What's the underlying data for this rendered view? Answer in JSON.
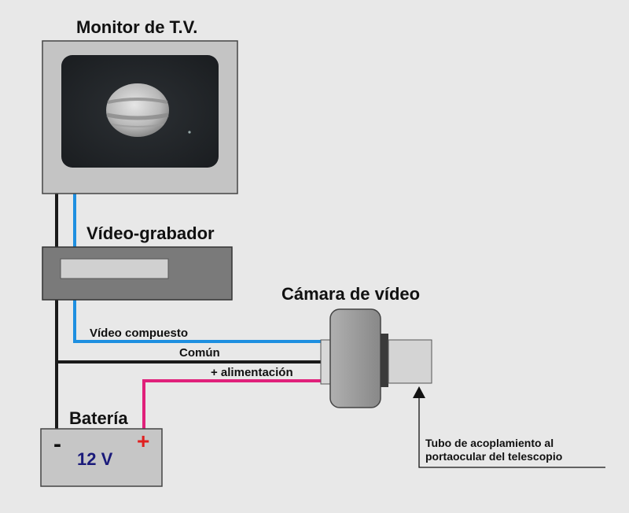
{
  "labels": {
    "monitor": "Monitor de T.V.",
    "recorder": "Vídeo-grabador",
    "camera": "Cámara de vídeo",
    "video_cable": "Vídeo compuesto",
    "common_cable": "Común",
    "power_cable": "+ alimentación",
    "battery": "Batería",
    "battery_minus": "-",
    "battery_plus": "+",
    "battery_voltage": "12 V",
    "tube_line1": "Tubo de acoplamiento al",
    "tube_line2": "portaocular del telescopio"
  },
  "colors": {
    "background": "#e8e8e8",
    "video_wire": "#1e8fe0",
    "common_wire": "#1a1a1a",
    "power_wire": "#e0207a",
    "voltage_text": "#1a1a7a",
    "plus_sign": "#e02020"
  }
}
